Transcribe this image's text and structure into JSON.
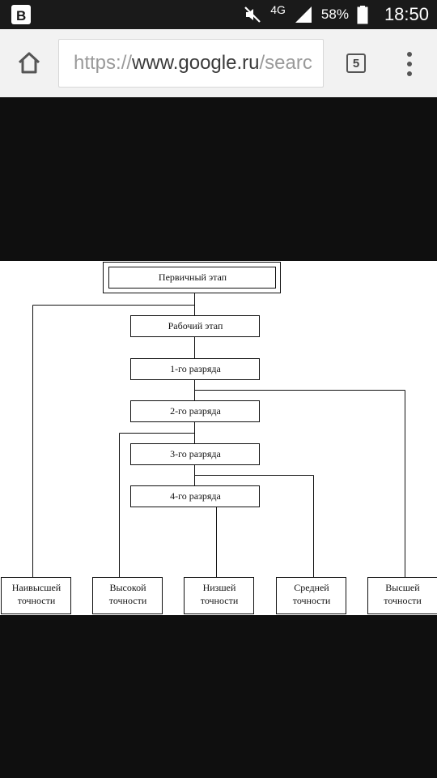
{
  "status": {
    "network": "4G",
    "battery": "58%",
    "time": "18:50"
  },
  "browser": {
    "url_scheme": "https://",
    "url_domain": "www.google.ru",
    "url_path": "/searc",
    "tab_count": "5"
  },
  "diagram": {
    "nodes": {
      "primary": "Первичный этап",
      "working": "Рабочий этап",
      "grade1": "1-го разряда",
      "grade2": "2-го разряда",
      "grade3": "3-го разряда",
      "grade4": "4-го разряда"
    },
    "bottom": [
      {
        "line1": "Наивысшей",
        "line2": "точности"
      },
      {
        "line1": "Высокой",
        "line2": "точности"
      },
      {
        "line1": "Низшей",
        "line2": "точности"
      },
      {
        "line1": "Средней",
        "line2": "точности"
      },
      {
        "line1": "Высшей",
        "line2": "точности"
      }
    ]
  },
  "icons": {
    "app": "b-app-icon",
    "home": "home-icon",
    "menu": "more-vert-icon",
    "mute": "mute-icon",
    "signal": "signal-icon",
    "battery": "battery-icon"
  }
}
